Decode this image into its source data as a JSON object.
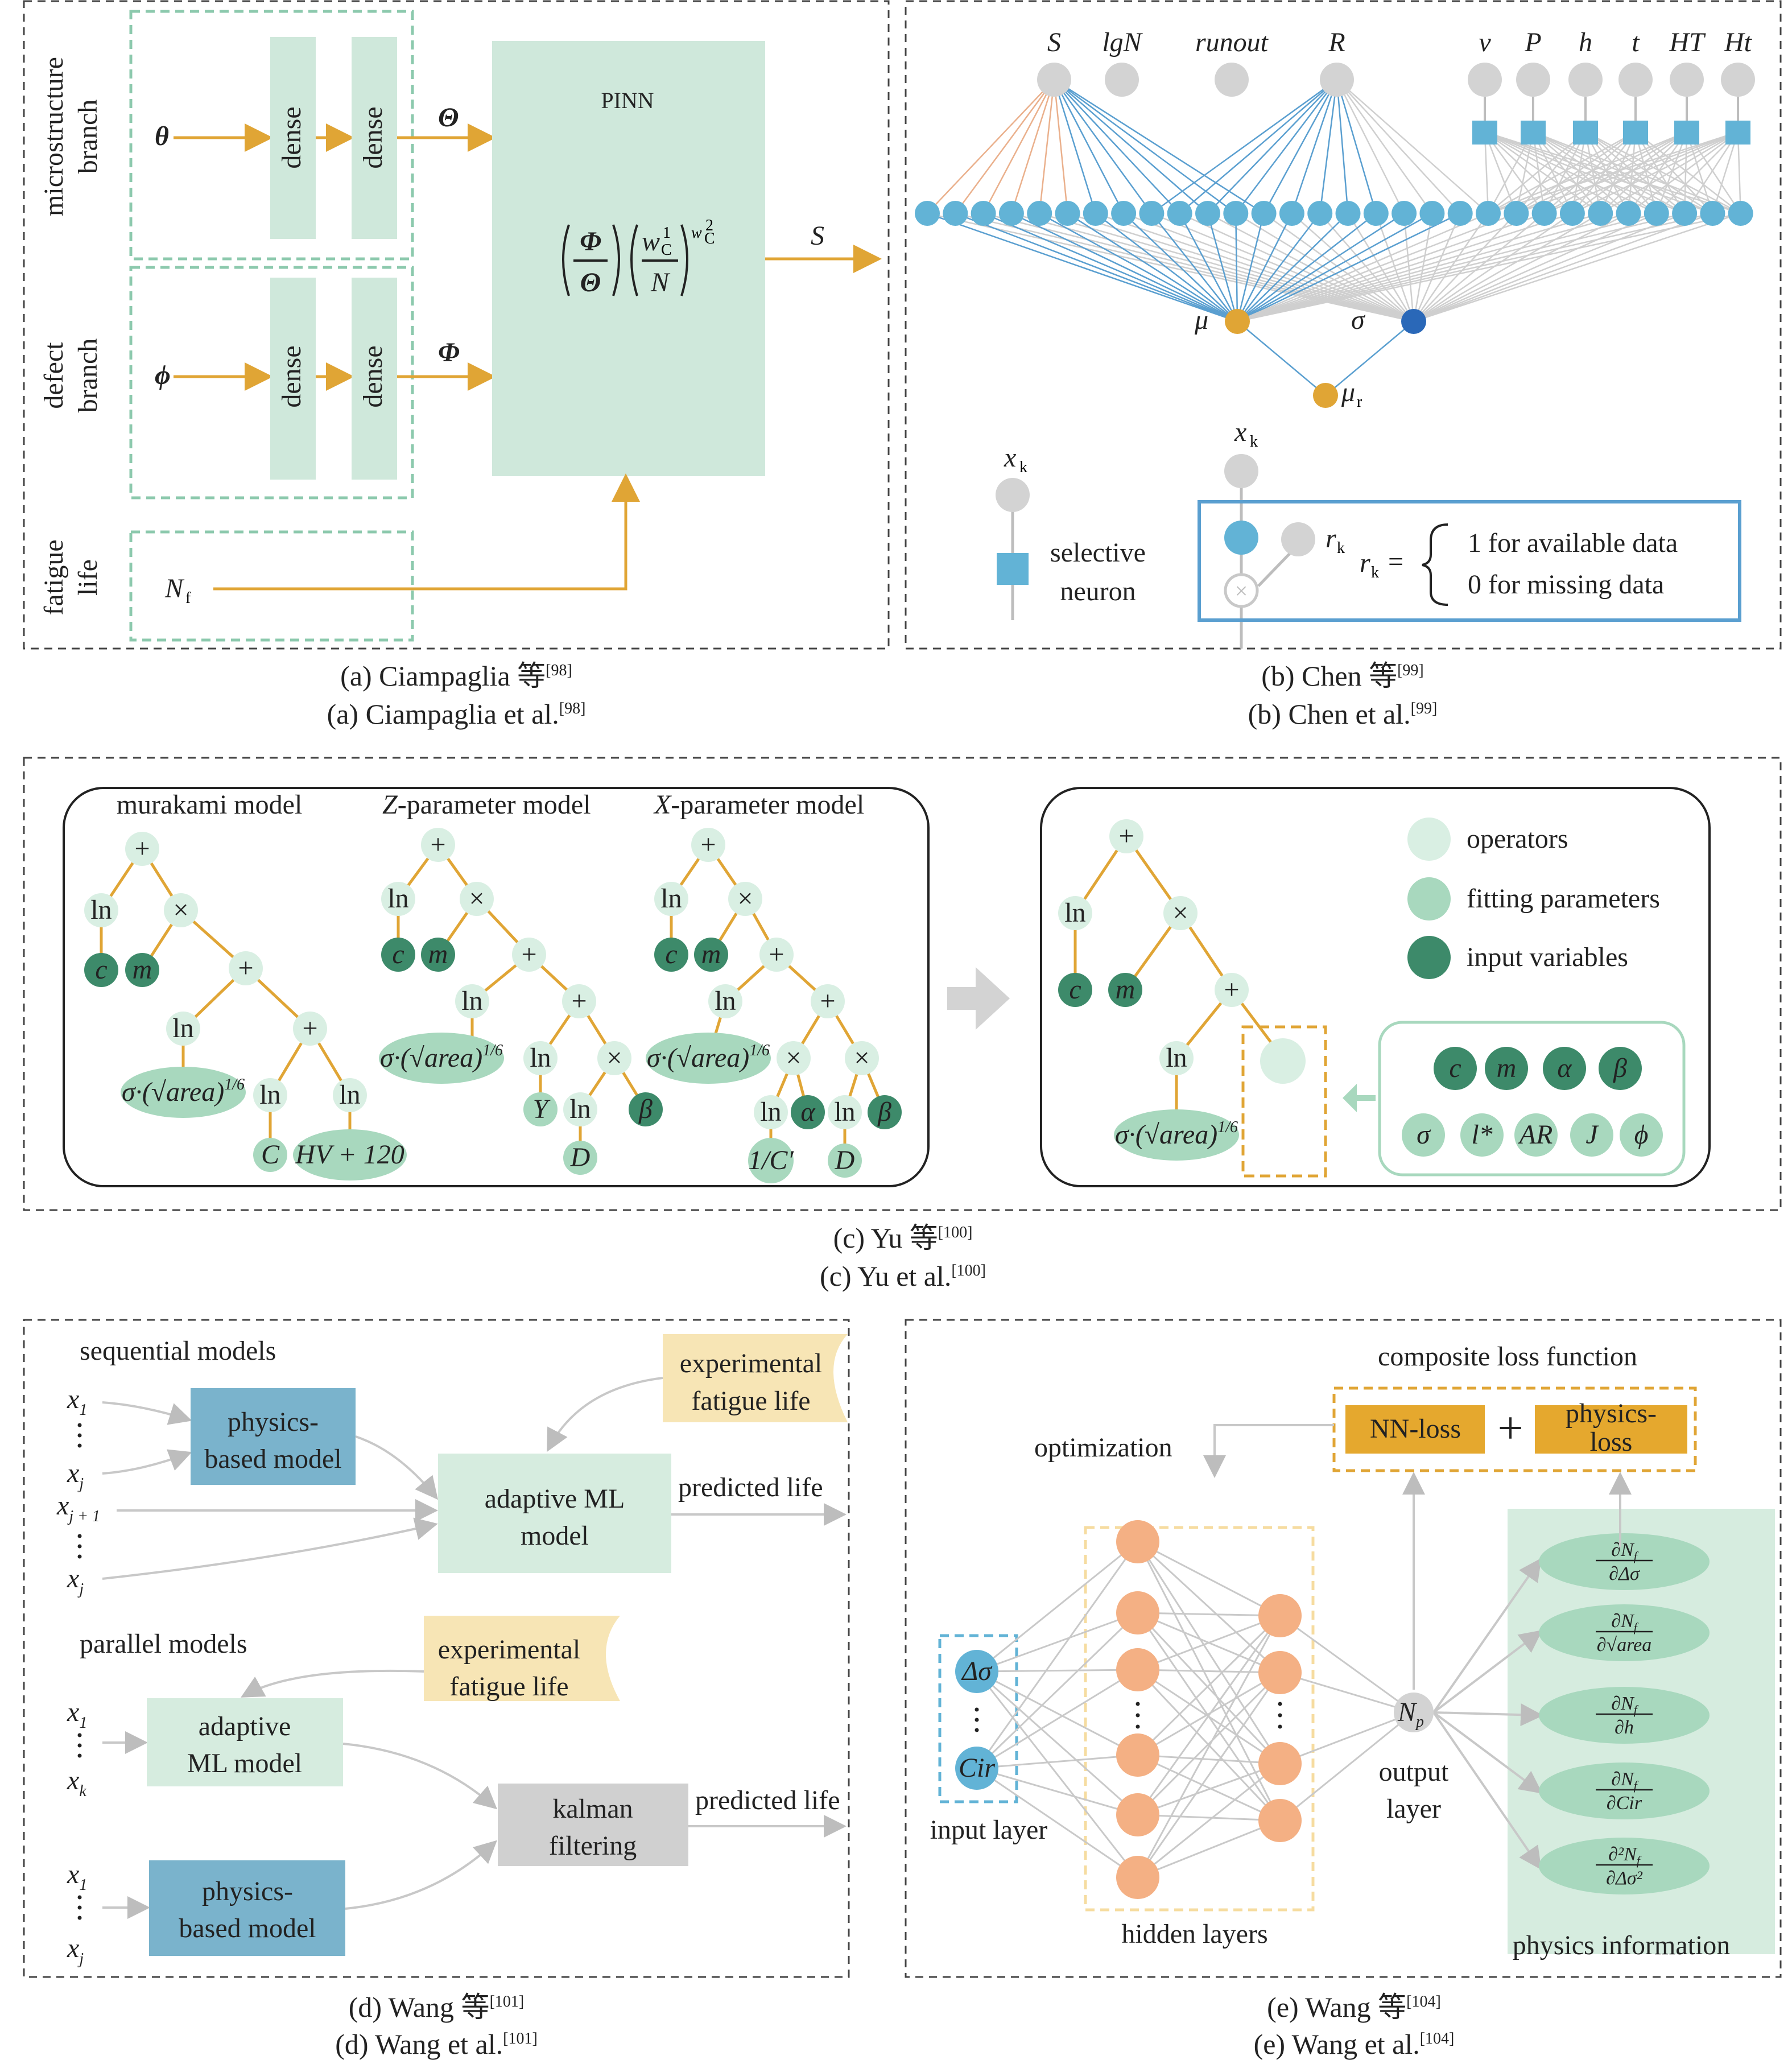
{
  "panels": {
    "a": {
      "branch_labels": {
        "micro_1": "microstructure",
        "micro_2": "branch",
        "defect_1": "defect",
        "defect_2": "branch",
        "fatigue_1": "fatigue",
        "fatigue_2": "life"
      },
      "theta": "θ",
      "phi": "ϕ",
      "Theta": "Θ",
      "Phi": "Φ",
      "dense": "dense",
      "pinn": "PINN",
      "output_S": "S",
      "Nf": "N",
      "Nf_sub": "f",
      "formula_Phi": "Φ",
      "formula_Theta": "Θ",
      "formula_w": "w",
      "formula_w_sup1": "1",
      "formula_w_sub": "C",
      "formula_N": "N",
      "formula_exp_sup": "2",
      "caption_cn": "(a) Ciampaglia 等",
      "caption_cn_ref": "[98]",
      "caption_en": "(a) Ciampaglia et al.",
      "caption_en_ref": "[98]"
    },
    "b": {
      "top_labels": [
        "S",
        "lgN",
        "runout",
        "R",
        "v",
        "P",
        "h",
        "t",
        "HT",
        "Ht"
      ],
      "mu": "μ",
      "sigma": "σ",
      "mu_r": "μ",
      "mu_r_sub": "r",
      "xk": "x",
      "xk_sub": "k",
      "rk": "r",
      "rk_sub": "k",
      "selective_1": "selective",
      "selective_2": "neuron",
      "rk_eq": "=",
      "available": "1 for available data",
      "missing": "0 for missing data",
      "caption_cn": "(b) Chen 等",
      "caption_cn_ref": "[99]",
      "caption_en": "(b) Chen et al.",
      "caption_en_ref": "[99]"
    },
    "c": {
      "murakami_title": "murakami model",
      "z_title_italic": "Z",
      "z_title_rest": "-parameter model",
      "x_title_italic": "X",
      "x_title_rest": "-parameter model",
      "plus": "+",
      "times": "×",
      "ln": "ln",
      "c": "c",
      "m": "m",
      "C": "C",
      "HV": "HV + 120",
      "Y": "Y",
      "D": "D",
      "beta": "β",
      "alpha": "α",
      "invC": "1/C′",
      "sigma_area": "σ·(√area)",
      "sigma_area_exp": "1/6",
      "legend_operators": "operators",
      "legend_fitting": "fitting parameters",
      "legend_input": "input variables",
      "cand_row1": [
        "c",
        "m",
        "α",
        "β"
      ],
      "cand_row2": [
        "σ",
        "l*",
        "AR",
        "J",
        "ϕ"
      ],
      "caption_cn": "(c) Yu 等",
      "caption_cn_ref": "[100]",
      "caption_en": "(c) Yu et al.",
      "caption_en_ref": "[100]"
    },
    "d": {
      "sequential": "sequential models",
      "parallel": "parallel models",
      "physics_1": "physics-",
      "physics_2": "based model",
      "adaptive_1": "adaptive ML",
      "adaptive_2": "model",
      "adaptive_p1": "adaptive",
      "adaptive_p2": "ML model",
      "experimental_1": "experimental",
      "experimental_2": "fatigue life",
      "predicted": "predicted life",
      "kalman_1": "kalman",
      "kalman_2": "filtering",
      "x1": "x",
      "x1_sub": "1",
      "xj_sub": "j",
      "xj1_sub": "j + 1",
      "xk_sub": "k",
      "caption_cn": "(d) Wang 等",
      "caption_cn_ref": "[101]",
      "caption_en": "(d) Wang et al.",
      "caption_en_ref": "[101]"
    },
    "e": {
      "composite": "composite loss function",
      "nn_loss": "NN-loss",
      "physics_loss_1": "physics-",
      "physics_loss_2": "loss",
      "optimization": "optimization",
      "input_layer": "input layer",
      "hidden_layers": "hidden layers",
      "output_1": "output",
      "output_2": "layer",
      "physics_info": "physics information",
      "delta_sigma": "Δσ",
      "cir": "Cir",
      "Np": "N",
      "Np_sub": "p",
      "derivs": [
        {
          "num": "∂N",
          "num_sub": "f",
          "den": "∂Δσ"
        },
        {
          "num": "∂N",
          "num_sub": "f",
          "den": "∂√area"
        },
        {
          "num": "∂N",
          "num_sub": "f",
          "den": "∂h"
        },
        {
          "num": "∂N",
          "num_sub": "f",
          "den": "∂Cir"
        },
        {
          "num": "∂²N",
          "num_sub": "f",
          "den": "∂Δσ²"
        }
      ],
      "caption_cn": "(e) Wang 等",
      "caption_cn_ref": "[104]",
      "caption_en": "(e) Wang et al.",
      "caption_en_ref": "[104]"
    }
  },
  "colors": {
    "mint": "#cfe8db",
    "mint_mid": "#a8d8be",
    "dark_green": "#3d8a6a",
    "light_green_circle": "#d9efe3",
    "orange": "#e0a535",
    "blue_node": "#62b3d6",
    "dark_blue": "#2a68b8",
    "steel_blue": "#7ab3cc",
    "cream": "#f7e5b5",
    "salmon": "#f4b084",
    "gray_box": "#d0d0d0"
  }
}
